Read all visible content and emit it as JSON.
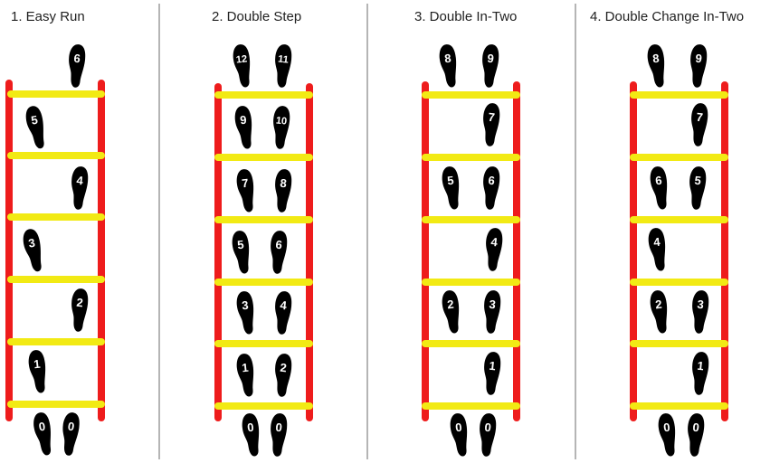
{
  "diagrams": [
    {
      "title": "1. Easy Run",
      "steps": [
        "0",
        "0",
        "1",
        "2",
        "3",
        "4",
        "5",
        "6"
      ]
    },
    {
      "title": "2. Double Step",
      "steps": [
        "0",
        "0",
        "1",
        "2",
        "3",
        "4",
        "5",
        "6",
        "7",
        "8",
        "9",
        "10",
        "11",
        "12"
      ]
    },
    {
      "title": "3. Double In-Two",
      "steps": [
        "0",
        "0",
        "1",
        "2",
        "3",
        "4",
        "5",
        "6",
        "7",
        "8",
        "9"
      ]
    },
    {
      "title": "4. Double Change In-Two",
      "steps": [
        "0",
        "0",
        "1",
        "2",
        "3",
        "4",
        "5",
        "6",
        "7",
        "8",
        "9"
      ]
    }
  ],
  "colors": {
    "rail": "#ee1c1c",
    "rung": "#f2ea14",
    "foot": "#000000",
    "step_number": "#ffffff",
    "separator": "#b5b5b5"
  }
}
